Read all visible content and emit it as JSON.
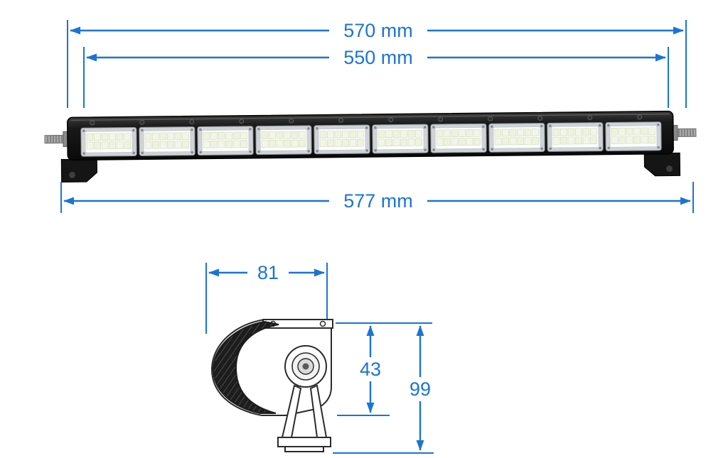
{
  "page": {
    "background": "#ffffff"
  },
  "diagram": {
    "type": "product-dimension-diagram",
    "subject": "LED light bar",
    "accent_color": "#1b74d4",
    "led_module_count": 10,
    "front_view": {
      "dim_top": "570 mm",
      "dim_inner": "550 mm",
      "dim_overall": "577 mm"
    },
    "side_view": {
      "dim_width": "81",
      "dim_body_height": "43",
      "dim_total_height": "99"
    }
  }
}
